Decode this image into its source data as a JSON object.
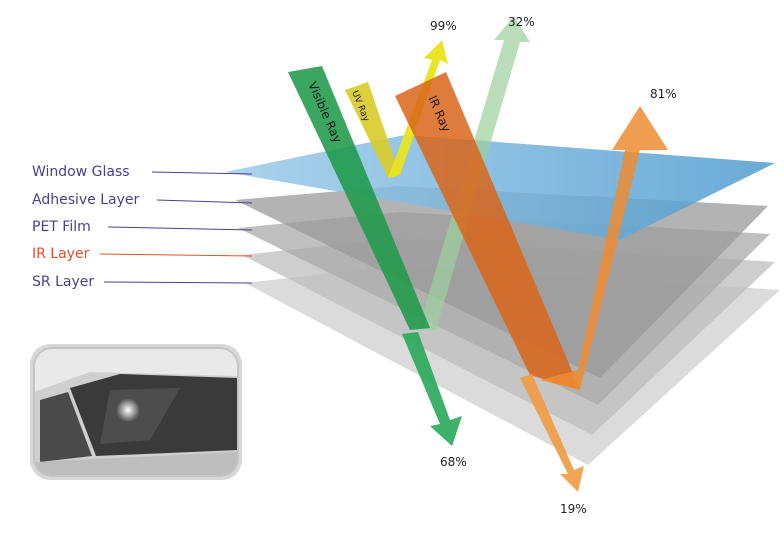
{
  "layers": [
    {
      "label": "Window Glass",
      "color": "#4b3f8e"
    },
    {
      "label": "Adhesive Layer",
      "color": "#4b3f8e"
    },
    {
      "label": "PET Film",
      "color": "#4b3f8e"
    },
    {
      "label": "IR Layer",
      "color": "#e0502a"
    },
    {
      "label": "SR Layer",
      "color": "#4b3f8e"
    }
  ],
  "rays": {
    "visible": {
      "label": "Visible Ray",
      "color": "#1f9a4a",
      "reflected_pct": "32%",
      "transmitted_pct": "68%"
    },
    "uv": {
      "label": "UV Ray",
      "color": "#e0d21a",
      "reflected_pct": "99%"
    },
    "ir": {
      "label": "IR Ray",
      "color": "#e07a1a",
      "reflected_pct": "81%",
      "transmitted_pct": "19%"
    }
  },
  "colors": {
    "glass": "#6aaed6",
    "film_layer": "#8c8c8c"
  },
  "photo": {
    "icon": "car-windshield-photo-icon"
  }
}
